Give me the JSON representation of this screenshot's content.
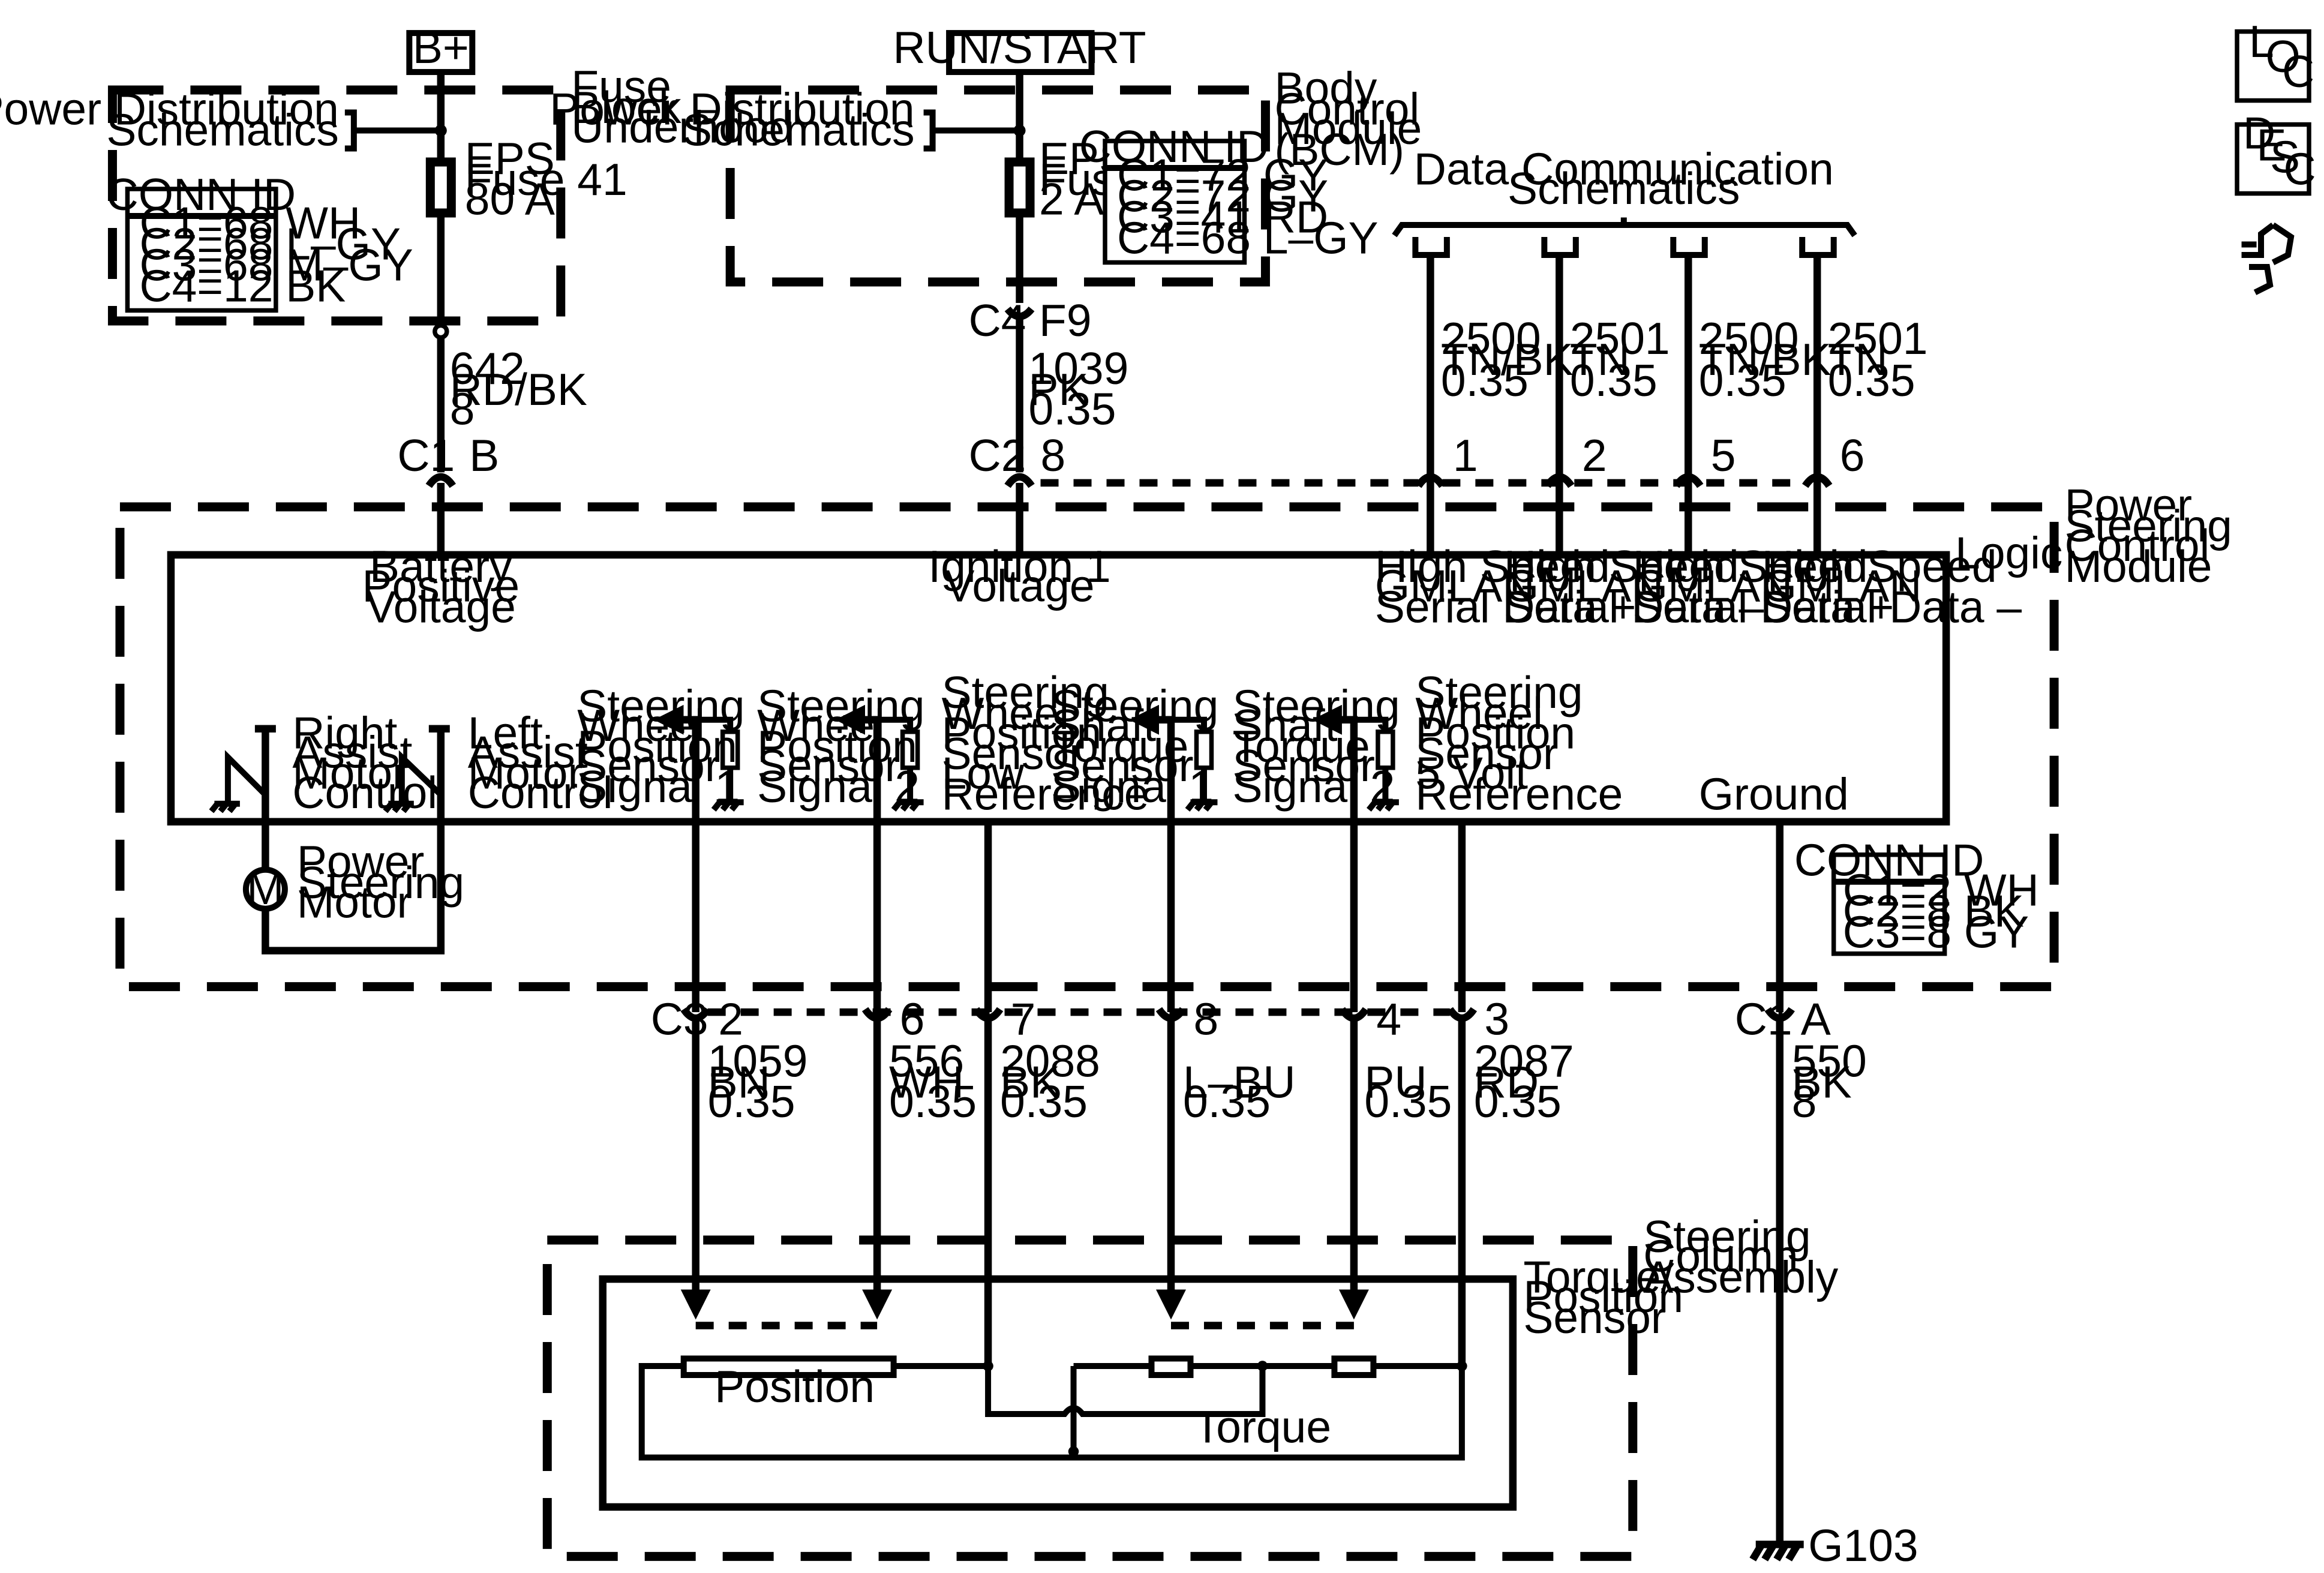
{
  "supply": {
    "bplus": "B+",
    "run_start": "RUN/START",
    "fuse_block": [
      "Fuse",
      "Block –",
      "Underhood"
    ],
    "pds_left": [
      "Power Distribution",
      "Schematics"
    ],
    "pds_right": [
      "Power Distribution",
      "Schematics"
    ],
    "eps41": [
      "EPS",
      "Fuse 41",
      "80 A"
    ],
    "eps2": [
      "EPS",
      "Fuse",
      "2 A"
    ],
    "bcm": [
      "Body",
      "Control",
      "Module",
      "(BCM)"
    ]
  },
  "conn_fuse_block": {
    "title": "CONN ID",
    "rows": [
      "C1=68 WH",
      "C2=68 L–GY",
      "C3=68 M–GY",
      "C4=12 BK"
    ]
  },
  "conn_bcm": {
    "title": "CONN ID",
    "rows": [
      "C1=72 GY",
      "C2=72 GY",
      "C3=41 RD",
      "C4=68 L–GY"
    ]
  },
  "conn_pscm": {
    "title": "CONN ID",
    "rows": [
      "C1=2 WH",
      "C2=8 BK",
      "C3=8 GY"
    ]
  },
  "data_comm": [
    "Data Communication",
    "Schematics"
  ],
  "wires_top": {
    "w642": [
      "642",
      "RD/BK",
      "8"
    ],
    "w1039": [
      "1039",
      "PK",
      "0.35"
    ],
    "d1": [
      "2500",
      "TN/BK",
      "0.35"
    ],
    "d2": [
      "2501",
      "TN",
      "0.35"
    ],
    "d3": [
      "2500",
      "TN/BK",
      "0.35"
    ],
    "d4": [
      "2501",
      "TN",
      "0.35"
    ]
  },
  "conn_labels": {
    "c1": "C1",
    "b": "B",
    "c2": "C2",
    "p8": "8",
    "c4": "C4",
    "f9": "F9",
    "p1": "1",
    "p2": "2",
    "p5": "5",
    "p6": "6",
    "c3": "C3",
    "q2": "2",
    "q6": "6",
    "q7": "7",
    "q8": "8",
    "q4": "4",
    "q3": "3",
    "c1b": "C1",
    "a": "A"
  },
  "module": {
    "name": [
      "Power",
      "Steering",
      "Control",
      "Module"
    ],
    "logic": "Logic",
    "batt": [
      "Battery",
      "Positive",
      "Voltage"
    ],
    "ign": [
      "Ignition 1",
      "Voltage"
    ],
    "hs1": [
      "High Speed",
      "GMLAN",
      "Serial Data +"
    ],
    "hs2": [
      "High Speed",
      "GMLAN",
      "Serial Data –"
    ],
    "hs3": [
      "High Speed",
      "GMLAN",
      "Serial Data +"
    ],
    "hs4": [
      "High Speed",
      "GMLAN",
      "Serial Data –"
    ],
    "rightassist": [
      "Right",
      "Assist",
      "Motor",
      "Control"
    ],
    "leftassist": [
      "Left",
      "Assist",
      "Motor",
      "Control"
    ],
    "swps1": [
      "Steering",
      "Wheel",
      "Position",
      "Sensor",
      "Signal 1"
    ],
    "swps2": [
      "Steering",
      "Wheel",
      "Position",
      "Sensor",
      "Signal 2"
    ],
    "swpslow": [
      "Steering",
      "Wheel",
      "Position",
      "Sensor",
      "Low",
      "Reference"
    ],
    "ssts1": [
      "Steering",
      "Shaft",
      "Torque",
      "Sensor",
      "Signal 1"
    ],
    "ssts2": [
      "Steering",
      "Shaft",
      "Torque",
      "Sensor",
      "Signal 2"
    ],
    "swps5v": [
      "Steering",
      "Wheel",
      "Position",
      "Sensor",
      "5 Volt",
      "Reference"
    ],
    "ground": "Ground",
    "motor_symbol": "M",
    "motor": [
      "Power",
      "Steering",
      "Motor"
    ]
  },
  "wires_bottom": {
    "w1059": [
      "1059",
      "BN",
      "0.35"
    ],
    "w556": [
      "556",
      "WH",
      "0.35"
    ],
    "w2088": [
      "2088",
      "BK",
      "0.35"
    ],
    "wlbu": [
      "L–BU",
      "0.35"
    ],
    "wpu": [
      "PU",
      "0.35"
    ],
    "w2087": [
      "2087",
      "RD",
      "0.35"
    ],
    "w550": [
      "550",
      "BK",
      "8"
    ]
  },
  "column": {
    "assembly": [
      "Steering",
      "Column",
      "Assembly"
    ],
    "sensor": [
      "Torque/",
      "Position",
      "Sensor"
    ],
    "position": "Position",
    "torque": "Torque"
  },
  "ground_id": "G103",
  "icons": {
    "loc": [
      "L",
      "O",
      "C"
    ],
    "desc": [
      "D",
      "E",
      "S",
      "C"
    ]
  }
}
